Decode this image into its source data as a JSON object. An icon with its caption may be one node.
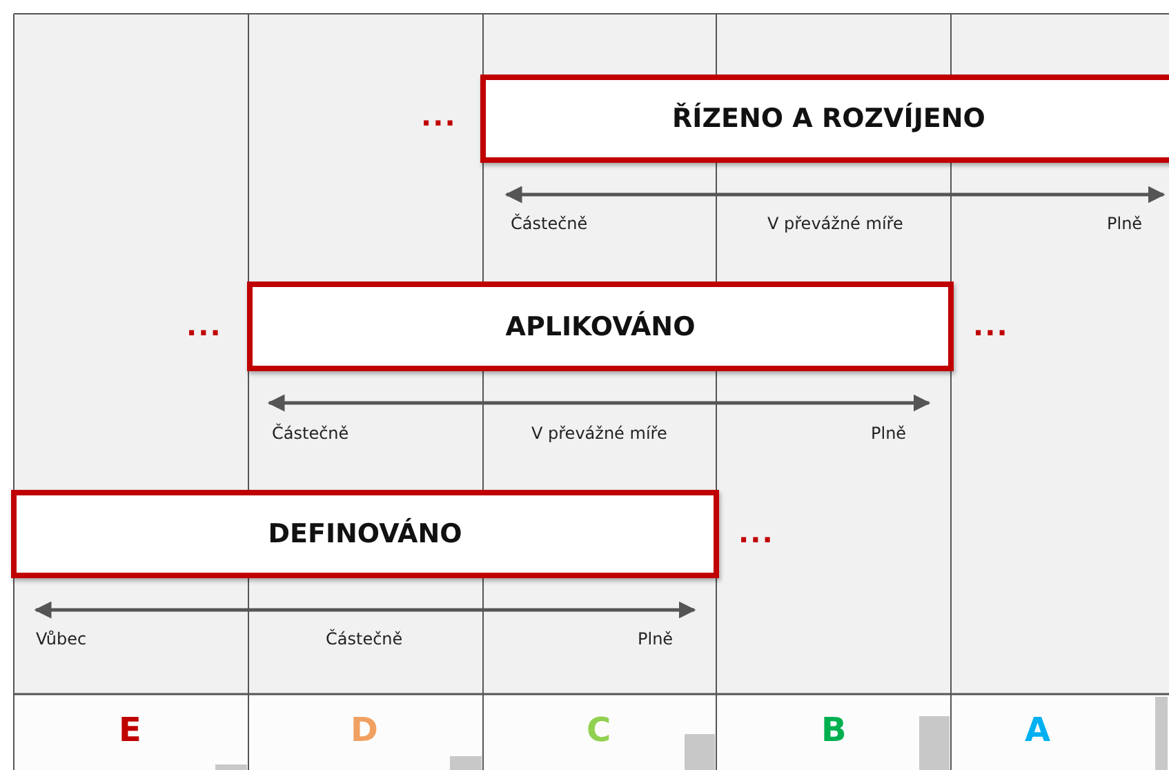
{
  "diagram": {
    "nodes": [
      {
        "text": [
          "ŘÍZENO A ROZVÍJENO"
        ]
      },
      {
        "text": [
          "APLIKOVÁNO"
        ]
      },
      {
        "text": [
          "DEFINOVÁNO"
        ]
      }
    ],
    "edges": [],
    "labels": [
      "...",
      "Částečně",
      "V převážné míře",
      "Plně",
      "...",
      "...",
      "Částečně",
      "V převážné míře",
      "Plně",
      "...",
      "Vůbec",
      "Částečně",
      "Plně",
      "E",
      "D",
      "C",
      "B",
      "A"
    ]
  }
}
